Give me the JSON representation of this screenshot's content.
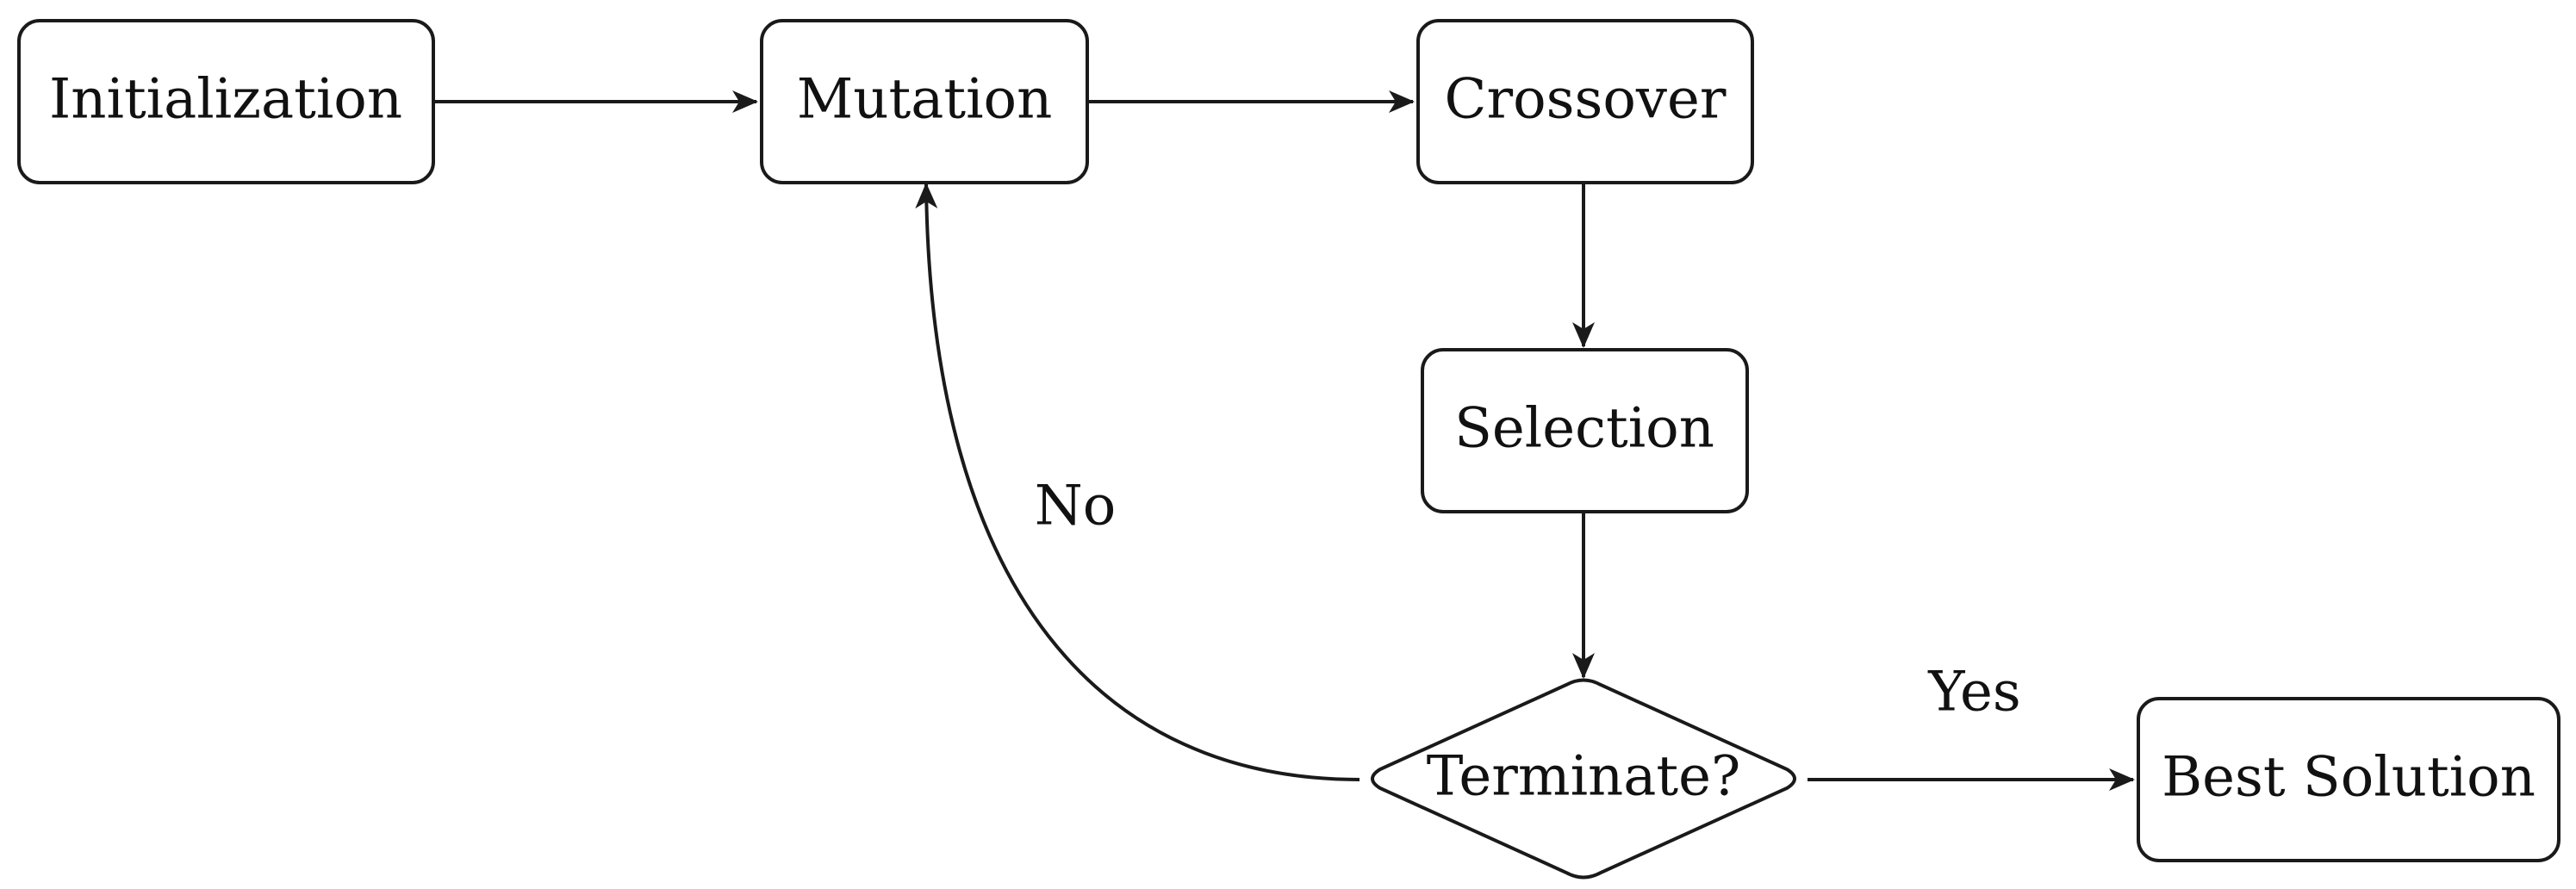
{
  "nodes": {
    "initialization": {
      "label": "Initialization"
    },
    "mutation": {
      "label": "Mutation"
    },
    "crossover": {
      "label": "Crossover"
    },
    "selection": {
      "label": "Selection"
    },
    "terminate": {
      "label": "Terminate?"
    },
    "best_solution": {
      "label": "Best Solution"
    }
  },
  "edges": {
    "no_label": "No",
    "yes_label": "Yes"
  },
  "colors": {
    "stroke": "#1a1a1a",
    "background": "#ffffff"
  }
}
